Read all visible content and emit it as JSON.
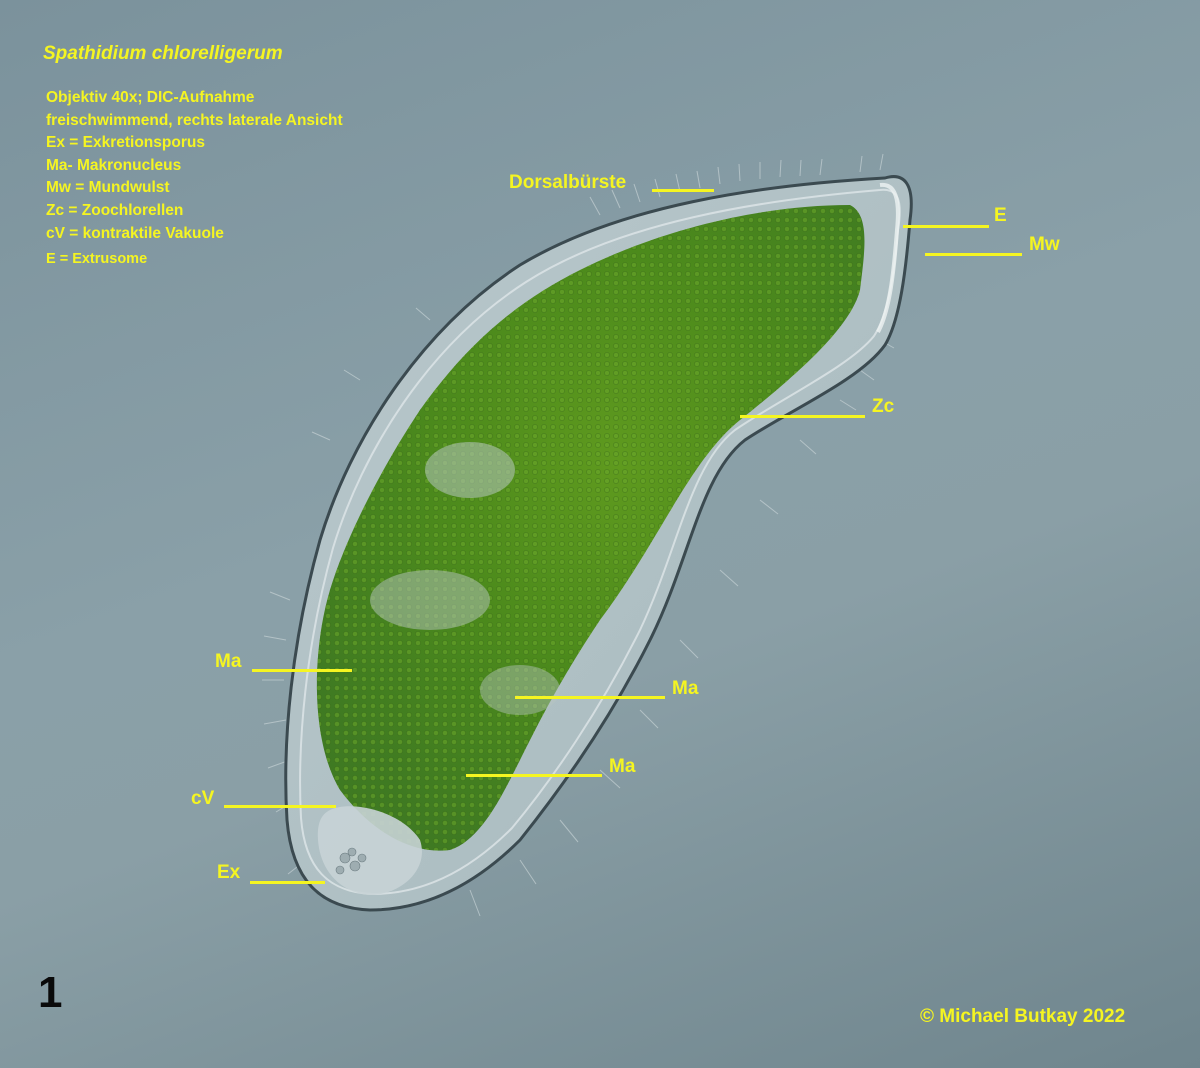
{
  "figure": {
    "title": "Spathidium chlorelligerum",
    "number": "1",
    "copyright": "© Michael Butkay 2022",
    "background_color": "#8a9fa6",
    "label_color": "#f5f521"
  },
  "legend": {
    "lines": [
      "Objektiv 40x; DIC-Aufnahme",
      "freischwimmend, rechts laterale Ansicht",
      "Ex = Exkretionsporus",
      "Ma- Makronucleus",
      "Mw = Mundwulst",
      "Zc = Zoochlorellen",
      "cV = kontraktile Vakuole",
      "E = Extrusome"
    ]
  },
  "annotations": {
    "dorsalbuerste": "Dorsalbürste",
    "e": "E",
    "mw": "Mw",
    "zc": "Zc",
    "ma_left": "Ma",
    "ma_mid": "Ma",
    "ma_low": "Ma",
    "cv": "cV",
    "ex": "Ex"
  }
}
